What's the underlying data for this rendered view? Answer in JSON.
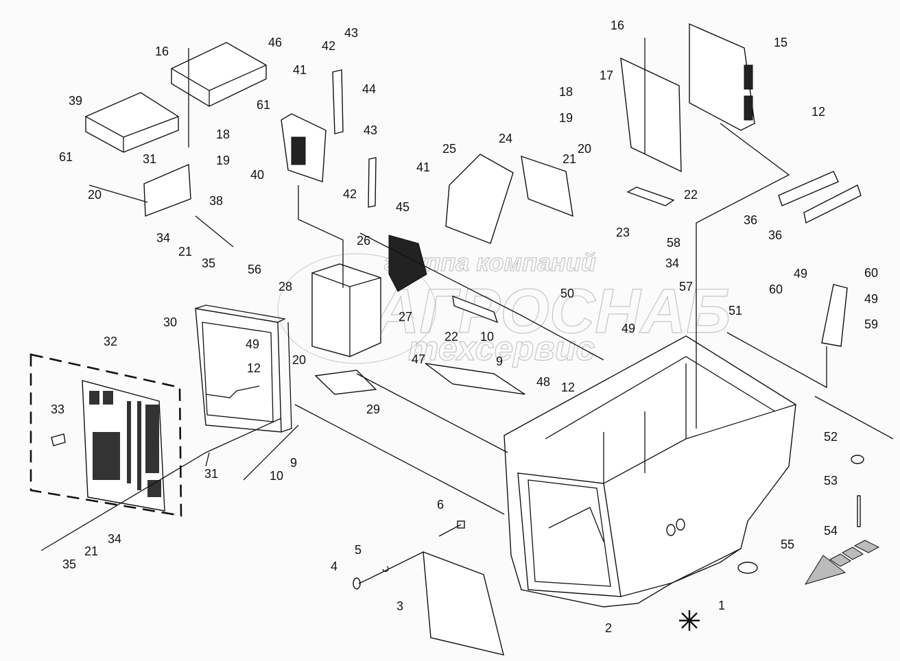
{
  "diagram": {
    "type": "exploded-parts-diagram",
    "watermark": {
      "line1": "группа компаний",
      "line2": "АГРОСНАБ",
      "line3": "техсервис"
    },
    "callouts": [
      {
        "id": "c1",
        "label": "1"
      },
      {
        "id": "c2",
        "label": "2"
      },
      {
        "id": "c3",
        "label": "3"
      },
      {
        "id": "c4",
        "label": "4"
      },
      {
        "id": "c5",
        "label": "5"
      },
      {
        "id": "c6",
        "label": "6"
      },
      {
        "id": "c9a",
        "label": "9"
      },
      {
        "id": "c9b",
        "label": "9"
      },
      {
        "id": "c10a",
        "label": "10"
      },
      {
        "id": "c10b",
        "label": "10"
      },
      {
        "id": "c12a",
        "label": "12"
      },
      {
        "id": "c12b",
        "label": "12"
      },
      {
        "id": "c12c",
        "label": "12"
      },
      {
        "id": "c15",
        "label": "15"
      },
      {
        "id": "c16a",
        "label": "16"
      },
      {
        "id": "c16b",
        "label": "16"
      },
      {
        "id": "c17",
        "label": "17"
      },
      {
        "id": "c18a",
        "label": "18"
      },
      {
        "id": "c18b",
        "label": "18"
      },
      {
        "id": "c19a",
        "label": "19"
      },
      {
        "id": "c19b",
        "label": "19"
      },
      {
        "id": "c20a",
        "label": "20"
      },
      {
        "id": "c20b",
        "label": "20"
      },
      {
        "id": "c20c",
        "label": "20"
      },
      {
        "id": "c21a",
        "label": "21"
      },
      {
        "id": "c21b",
        "label": "21"
      },
      {
        "id": "c21c",
        "label": "21"
      },
      {
        "id": "c22a",
        "label": "22"
      },
      {
        "id": "c22b",
        "label": "22"
      },
      {
        "id": "c23",
        "label": "23"
      },
      {
        "id": "c24",
        "label": "24"
      },
      {
        "id": "c25",
        "label": "25"
      },
      {
        "id": "c26",
        "label": "26"
      },
      {
        "id": "c27",
        "label": "27"
      },
      {
        "id": "c28",
        "label": "28"
      },
      {
        "id": "c29",
        "label": "29"
      },
      {
        "id": "c30",
        "label": "30"
      },
      {
        "id": "c31a",
        "label": "31"
      },
      {
        "id": "c31b",
        "label": "31"
      },
      {
        "id": "c32",
        "label": "32"
      },
      {
        "id": "c33",
        "label": "33"
      },
      {
        "id": "c34a",
        "label": "34"
      },
      {
        "id": "c34b",
        "label": "34"
      },
      {
        "id": "c34c",
        "label": "34"
      },
      {
        "id": "c35a",
        "label": "35"
      },
      {
        "id": "c35b",
        "label": "35"
      },
      {
        "id": "c36a",
        "label": "36"
      },
      {
        "id": "c36b",
        "label": "36"
      },
      {
        "id": "c38",
        "label": "38"
      },
      {
        "id": "c39",
        "label": "39"
      },
      {
        "id": "c40",
        "label": "40"
      },
      {
        "id": "c41a",
        "label": "41"
      },
      {
        "id": "c41b",
        "label": "41"
      },
      {
        "id": "c42a",
        "label": "42"
      },
      {
        "id": "c42b",
        "label": "42"
      },
      {
        "id": "c43a",
        "label": "43"
      },
      {
        "id": "c43b",
        "label": "43"
      },
      {
        "id": "c44",
        "label": "44"
      },
      {
        "id": "c45",
        "label": "45"
      },
      {
        "id": "c46",
        "label": "46"
      },
      {
        "id": "c47",
        "label": "47"
      },
      {
        "id": "c48",
        "label": "48"
      },
      {
        "id": "c49a",
        "label": "49"
      },
      {
        "id": "c49b",
        "label": "49"
      },
      {
        "id": "c49c",
        "label": "49"
      },
      {
        "id": "c49d",
        "label": "49"
      },
      {
        "id": "c50",
        "label": "50"
      },
      {
        "id": "c51",
        "label": "51"
      },
      {
        "id": "c52",
        "label": "52"
      },
      {
        "id": "c53",
        "label": "53"
      },
      {
        "id": "c54",
        "label": "54"
      },
      {
        "id": "c55",
        "label": "55"
      },
      {
        "id": "c56",
        "label": "56"
      },
      {
        "id": "c57",
        "label": "57"
      },
      {
        "id": "c58",
        "label": "58"
      },
      {
        "id": "c59",
        "label": "59"
      },
      {
        "id": "c60a",
        "label": "60"
      },
      {
        "id": "c60b",
        "label": "60"
      },
      {
        "id": "c61a",
        "label": "61"
      },
      {
        "id": "c61b",
        "label": "61"
      }
    ]
  }
}
